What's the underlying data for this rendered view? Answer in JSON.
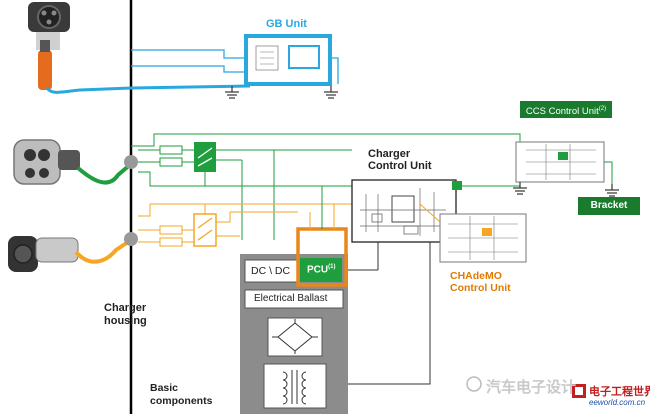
{
  "labels": {
    "gb_unit": "GB Unit",
    "ccs_control_unit": "CCS Control Unit",
    "ccs_superscript": "(2)",
    "charger_control_unit_line1": "Charger",
    "charger_control_unit_line2": "Control Unit",
    "bracket": "Bracket",
    "chademo_line1": "CHAdeMO",
    "chademo_line2": "Control Unit",
    "dc_dc": "DC \\ DC",
    "pcu": "PCU",
    "pcu_superscript": "(1)",
    "electrical_ballast": "Electrical Ballast",
    "charger_housing_line1": "Charger",
    "charger_housing_line2": "housing",
    "basic_components_line1": "Basic",
    "basic_components_line2": "components",
    "watermark_cn": "汽车电子设计",
    "logo_cn": "电子工程世界",
    "logo_url": "eeworld.com.cn"
  },
  "colors": {
    "gb": "#29a8e0",
    "ccs": "#1e9e3c",
    "ccs_dark": "#1a7a2e",
    "chademo": "#f5a623",
    "pcu_border": "#e8871e",
    "chademo_text": "#e07b00",
    "housing": "#000000",
    "component_grey": "#8c8c8c",
    "wire": "#333333"
  }
}
